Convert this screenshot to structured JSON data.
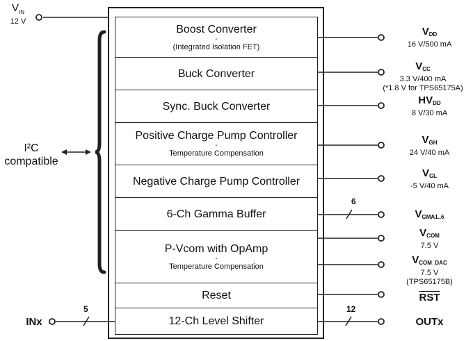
{
  "vin": {
    "symbol": "V",
    "sub": "IN",
    "value": "12 V"
  },
  "i2c": {
    "line1": "I²C",
    "line2": "compatible"
  },
  "blocks": [
    {
      "title": "Boost Converter",
      "dash": "-",
      "subtitle": "(Integrated Isolation FET)"
    },
    {
      "title": "Buck Converter"
    },
    {
      "title": "Sync. Buck Converter"
    },
    {
      "title": "Positive Charge Pump Controller",
      "dash": "-",
      "subtitle": "Temperature Compensation"
    },
    {
      "title": "Negative Charge Pump Controller"
    },
    {
      "title": "6-Ch Gamma Buffer"
    },
    {
      "title": "P-Vcom with OpAmp",
      "dash": "-",
      "subtitle": "Temperature Compensation"
    },
    {
      "title": "Reset"
    },
    {
      "title": "12-Ch Level Shifter"
    }
  ],
  "outputs": {
    "vdd": {
      "symbol": "V",
      "sub": "DD",
      "value": "16 V/500 mA"
    },
    "vcc": {
      "symbol": "V",
      "sub": "CC",
      "value": "3.3 V/400 mA",
      "note": "(*1.8 V for TPS65175A)"
    },
    "hvdd": {
      "symbol": "HV",
      "sub": "DD",
      "value": "8 V/30 mA"
    },
    "vgh": {
      "symbol": "V",
      "sub": "GH",
      "value": "24 V/40 mA"
    },
    "vgl": {
      "symbol": "V",
      "sub": "GL",
      "value": "-5 V/40 mA"
    },
    "vgma": {
      "symbol": "V",
      "sub": "GMA1..6"
    },
    "vcom": {
      "symbol": "V",
      "sub": "COM",
      "value": "7.5 V"
    },
    "vcomdac": {
      "symbol": "V",
      "sub": "COM_DAC",
      "value": "7.5 V",
      "note": "(TPS65175B)"
    },
    "rst": {
      "label": "RST"
    },
    "outx": {
      "label": "OUTx"
    }
  },
  "inx": {
    "label": "INx"
  },
  "bus_widths": {
    "gamma": "6",
    "inx": "5",
    "outx": "12"
  }
}
